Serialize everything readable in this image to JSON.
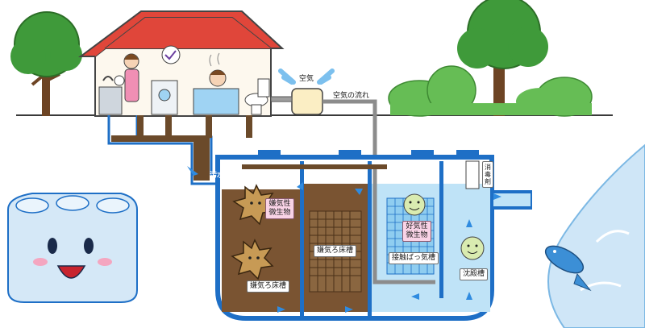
{
  "labels": {
    "air": "空気",
    "air_flow": "空気の流れ",
    "sewage": "汚水",
    "anaerobic_microbes": "嫌気性微生物",
    "anaerobic_filter_1": "嫌気ろ床槽",
    "anaerobic_filter_2": "嫌気ろ床槽",
    "aerobic_microbes": "好気性微生物",
    "contact_aeration": "接触ばっ気槽",
    "settling_tank": "沈殿槽",
    "disinfectant": "消毒剤"
  },
  "colors": {
    "tank_outline": "#1e6fc6",
    "sludge": "#6b4a2a",
    "clean_water": "#bfe3f7",
    "roof": "#e0463a",
    "grass": "#58b04a",
    "river": "#cfe6f7",
    "ground_line": "#3a3a3a",
    "flow_arrow": "#2f8be0"
  }
}
